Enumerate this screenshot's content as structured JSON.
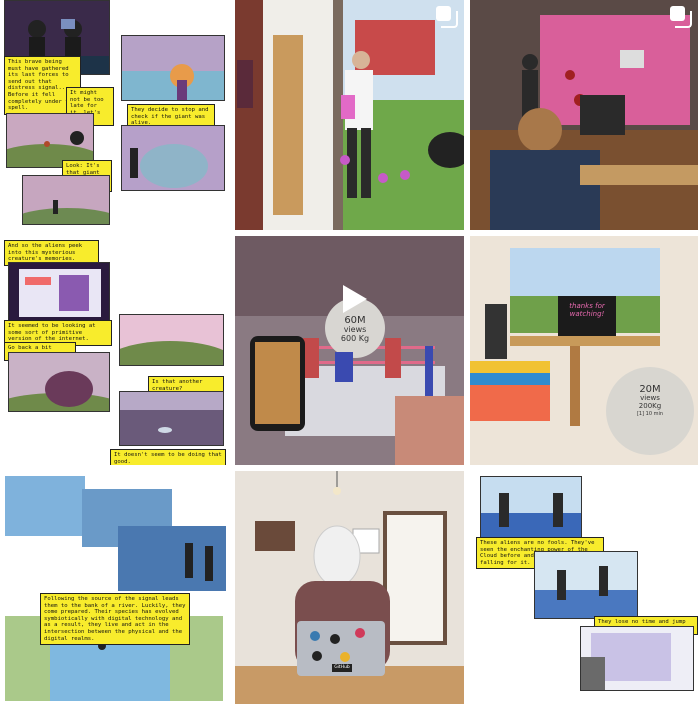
{
  "tiles": [
    {
      "id": "comic-1",
      "captions": [
        "This brave being must have gathered its last forces to send out that distress signal... Before it fell completely under the spell.",
        "It might not be too late for it, let's go!",
        "They decide to stop and check if the giant was alive.",
        "Look: It's that giant one from the memories."
      ]
    },
    {
      "id": "garden-scene",
      "captions": []
    },
    {
      "id": "classroom-scene",
      "captions": []
    },
    {
      "id": "comic-2",
      "captions": [
        "And so the aliens peek into this mysterious creature's memories.",
        "It seemed to be looking at some sort of primitive version of the internet.",
        "Go back a bit further...",
        "Is that another creature?",
        "It doesn't seem to be doing that good."
      ]
    },
    {
      "id": "boxing-ring-video",
      "ball_text": {
        "line1": "60M",
        "line2": "views",
        "line3": "600 Kg"
      }
    },
    {
      "id": "thanks-room",
      "monitor_text": {
        "line1": "thanks for",
        "line2": "watching!"
      },
      "ball_text": {
        "line1": "20M",
        "line2": "views",
        "line3": "200Kg",
        "line4": "[1] 10 min"
      }
    },
    {
      "id": "comic-3",
      "captions": [
        "Following the source of the signal leads them to the bank of a river. Luckily, they come prepared. Their species has evolved symbiotically with digital technology and as a result, they live and act in the intersection between the physical and the digital realms."
      ]
    },
    {
      "id": "portrait-laptop",
      "laptop_sticker": "GitHub"
    },
    {
      "id": "comic-4",
      "captions": [
        "These aliens are no fools. They've seen the enchanting power of the Cloud before and they're not falling for it.",
        "They lose no time and jump through!"
      ]
    }
  ],
  "icons": {
    "multi": "carousel-multiple-icon",
    "play": "play-icon"
  },
  "colors": {
    "caption_bg": "#f8ec2c",
    "caption_border": "#222222"
  }
}
